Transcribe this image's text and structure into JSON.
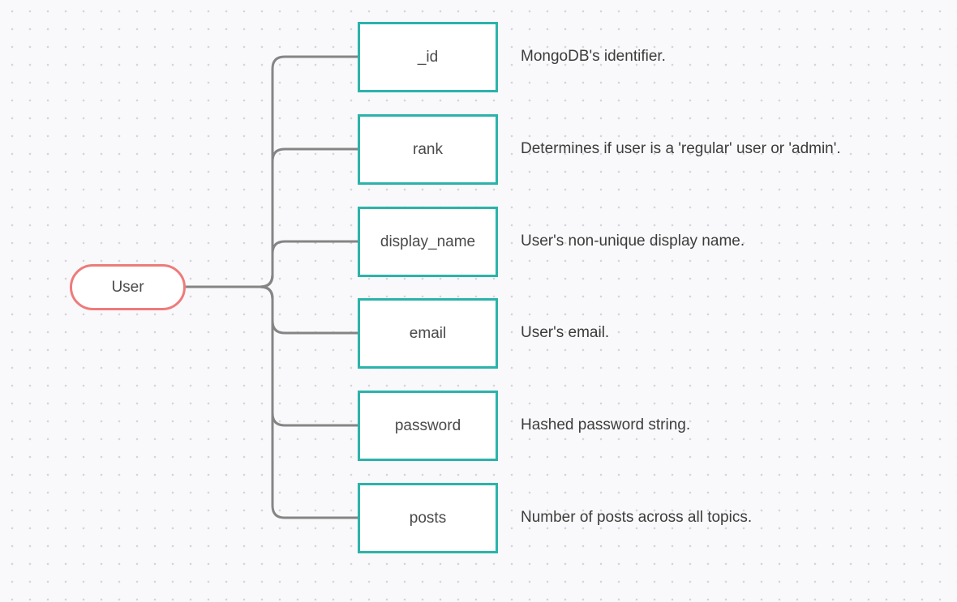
{
  "diagram": {
    "root": {
      "label": "User"
    },
    "fields": [
      {
        "name": "_id",
        "description": "MongoDB's identifier."
      },
      {
        "name": "rank",
        "description": "Determines if user is a 'regular' user or 'admin'."
      },
      {
        "name": "display_name",
        "description": "User's non-unique display name."
      },
      {
        "name": "email",
        "description": "User's email."
      },
      {
        "name": "password",
        "description": "Hashed password string."
      },
      {
        "name": "posts",
        "description": "Number of posts across all topics."
      }
    ]
  },
  "colors": {
    "root_border": "#ee7b7b",
    "field_border": "#2bb3aa",
    "connector": "#858585",
    "background": "#f9f9fb"
  }
}
